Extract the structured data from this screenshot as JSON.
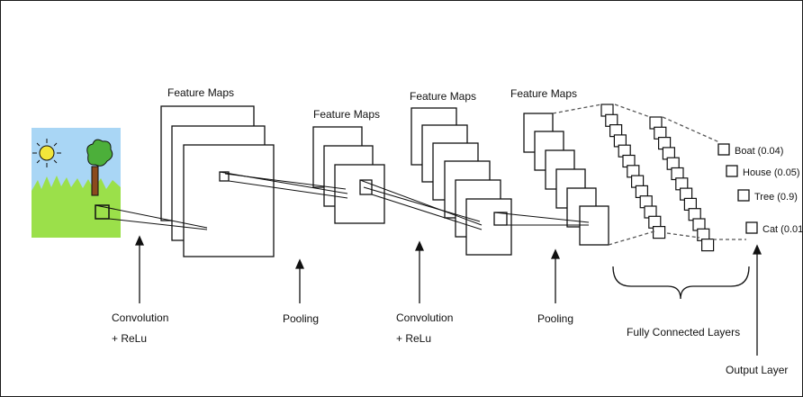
{
  "feature_map_labels": [
    "Feature Maps",
    "Feature Maps",
    "Feature Maps",
    "Feature Maps"
  ],
  "stages": {
    "conv1": [
      "Convolution",
      "+ ReLu"
    ],
    "pool1": "Pooling",
    "conv2": [
      "Convolution",
      "+ ReLu"
    ],
    "pool2": "Pooling",
    "fc": "Fully Connected Layers",
    "output": "Output Layer"
  },
  "outputs": [
    {
      "label": "Boat (0.04)"
    },
    {
      "label": "House (0.05)"
    },
    {
      "label": "Tree (0.9)"
    },
    {
      "label": "Cat (0.01"
    }
  ],
  "colors": {
    "sky": "#a9d6f5",
    "grass": "#9be04a",
    "sun": "#f2e63a",
    "trunk": "#8b4a1e",
    "leaves": "#4caf3a",
    "line": "#111111"
  }
}
